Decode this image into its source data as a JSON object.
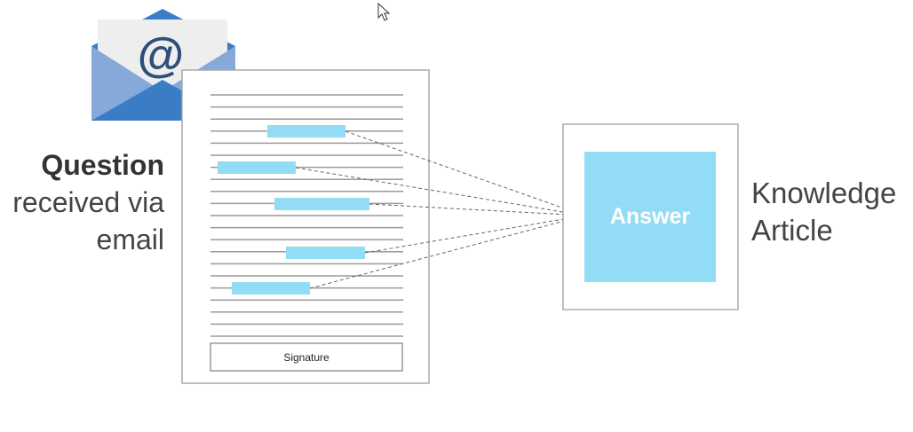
{
  "left_label": {
    "strong": "Question",
    "line2": "received via",
    "line3": "email"
  },
  "right_label": {
    "line1": "Knowledge",
    "line2": "Article"
  },
  "answer_box": {
    "text": "Answer"
  },
  "document": {
    "signature": "Signature"
  },
  "envelope": {
    "symbol": "@"
  },
  "icons": [
    "email-envelope-icon",
    "mouse-cursor-icon"
  ],
  "colors": {
    "highlight": "#92dcf5",
    "envelope_light": "#86a9d9",
    "envelope_dark": "#3b7dc4",
    "text": "#444444"
  }
}
